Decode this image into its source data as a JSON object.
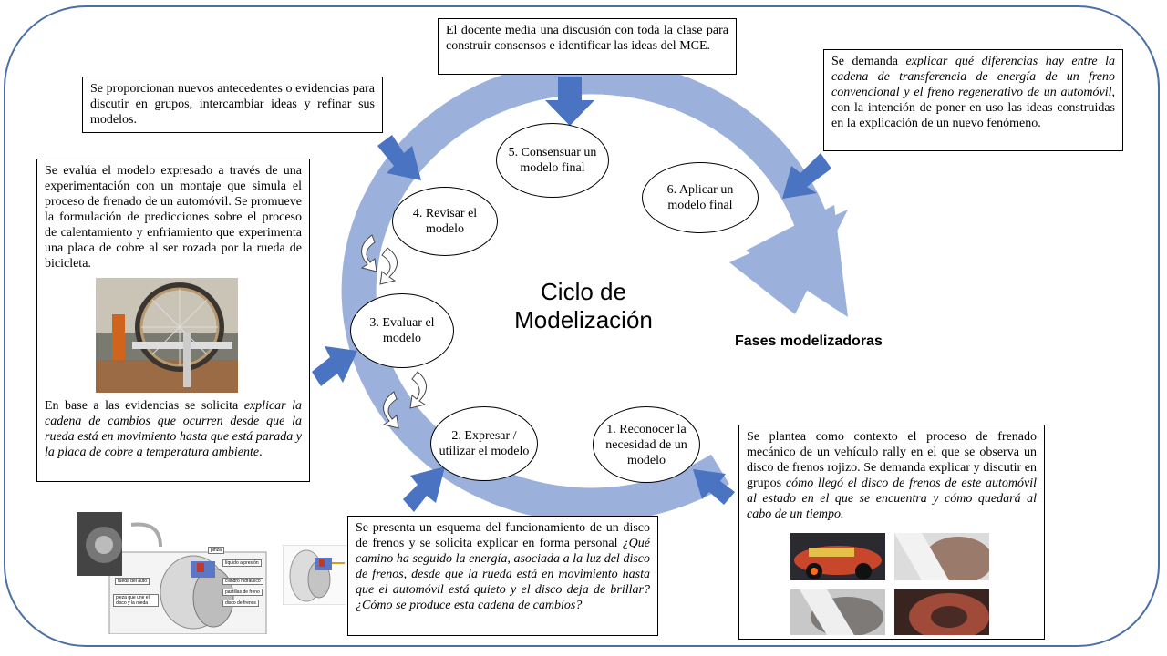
{
  "title_lines": [
    "Ciclo de",
    "Modelización"
  ],
  "side_label": "Fases modelizadoras",
  "phases": {
    "p1": "1. Reconocer la necesidad de un modelo",
    "p2": "2. Expresar / utilizar el modelo",
    "p3": "3. Evaluar el modelo",
    "p4": "4. Revisar el modelo",
    "p5": "5. Consensuar un modelo final",
    "p6": "6. Aplicar un modelo final"
  },
  "boxes": {
    "top": "El docente media una discusión con toda la clase para construir consensos e identificar las ideas del MCE.",
    "top_right_a": "Se demanda ",
    "top_right_em": "explicar qué diferencias hay entre la cadena de transferencia de energía de un freno convencional y el freno regenerativo de un automóvil",
    "top_right_b": ", con la intención de poner en uso las ideas construidas en la explicación de un nuevo fenómeno.",
    "upper_left": "Se proporcionan nuevos antecedentes o evidencias para discutir en grupos, intercambiar ideas y refinar sus modelos.",
    "left_a": "Se evalúa el modelo expresado a través de una experimentación con un montaje que simula el proceso de frenado de un automóvil. Se promueve la formulación de predicciones sobre el proceso de calentamiento y enfriamiento que experimenta una placa de cobre al ser rozada por la rueda de bicicleta.",
    "left_b1": "En base a las evidencias se solicita ",
    "left_b_em": "explicar la cadena de cambios que ocurren desde que la rueda está en movimiento hasta que está parada y la placa de cobre a temperatura ambiente",
    "left_b2": ".",
    "bottom_mid_a": "Se presenta un esquema del funcionamiento de un disco de frenos y se solicita explicar en forma personal ",
    "bottom_mid_em": "¿Qué camino ha seguido la energía, asociada a la luz del disco de frenos, desde que la rueda está en movimiento hasta que el automóvil está quieto y el disco deja de brillar? ¿Cómo se produce esta cadena de cambios?",
    "bottom_right_a": "Se plantea como contexto el proceso de frenado mecánico de un vehículo rally en el que se observa un disco de frenos rojizo. Se demanda explicar y discutir en grupos ",
    "bottom_right_em": "cómo llegó el disco de frenos de este automóvil al estado en el que se encuentra y cómo quedará al cabo de un tiempo."
  },
  "brake_diagram_labels": {
    "l1": "pinza",
    "l2": "líquido a presión",
    "l3": "cilindro hidráulico",
    "l4": "pastillas de freno",
    "l5": "disco de frenos",
    "l6": "rueda del auto",
    "l7": "pieza que une el disco y la rueda"
  },
  "colors": {
    "ring": "#9bb1dc",
    "arrow": "#4a73c2",
    "frame": "#4a6fa5"
  }
}
